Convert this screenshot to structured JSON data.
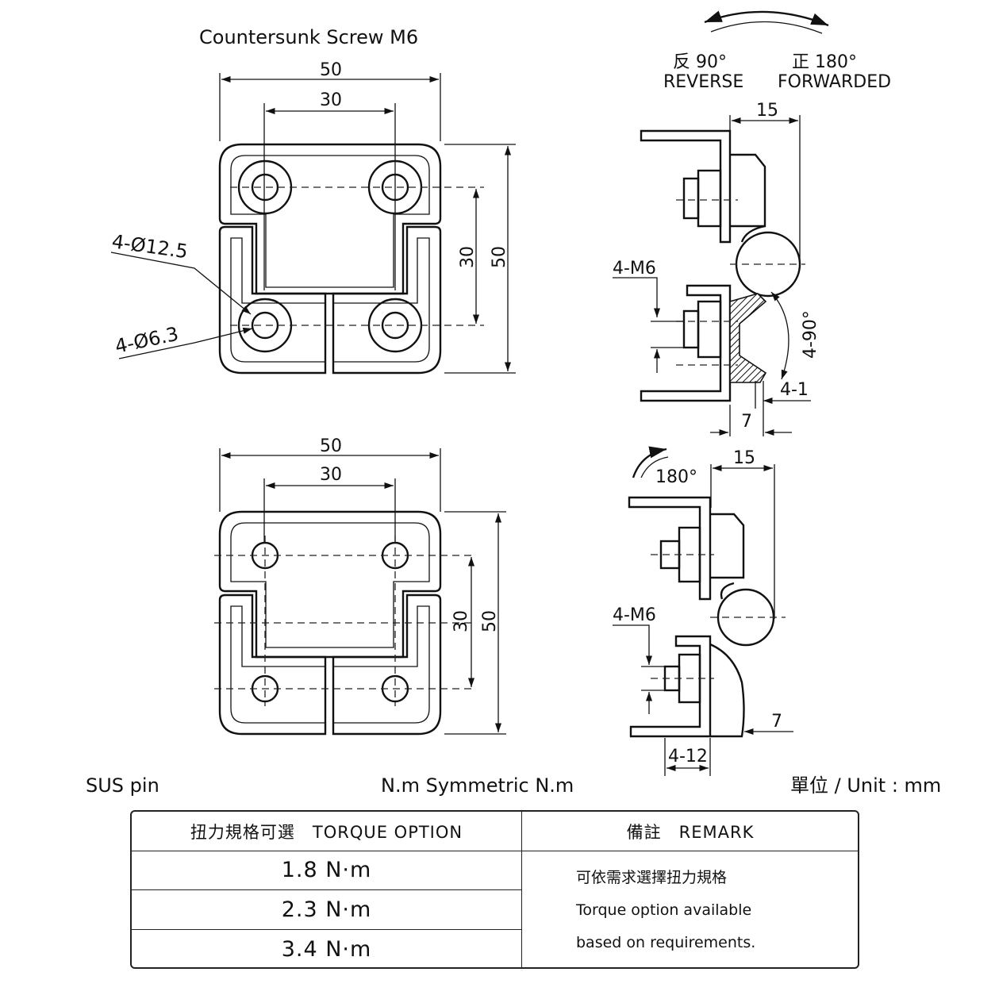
{
  "labels": {
    "screw_note": "Countersunk Screw M6",
    "reverse_cn": "反 90°",
    "reverse_en": "REVERSE",
    "forward_cn": "正 180°",
    "forward_en": "FORWARDED",
    "hole_large": "4-Ø12.5",
    "hole_small": "4-Ø6.3",
    "thread_top": "4-M6",
    "thread_bottom": "4-M6",
    "angle_countersink": "4-90°",
    "chamfer": "4-1",
    "rotation": "180°",
    "material_note": "SUS pin",
    "torque_note": "N.m Symmetric N.m",
    "unit_note": "單位 / Unit : mm"
  },
  "dimensions": {
    "top_width_outer": "50",
    "top_width_inner": "30",
    "top_height_inner": "30",
    "top_height_outer": "50",
    "bottom_width_outer": "50",
    "bottom_width_inner": "30",
    "bottom_height_inner": "30",
    "bottom_height_outer": "50",
    "side_top_depth": "15",
    "side_top_offset": "7",
    "side_bottom_depth": "15",
    "side_bottom_offset": "7",
    "side_bottom_length": "4-12"
  },
  "table": {
    "header_left": "扭力規格可選　TORQUE OPTION",
    "header_right": "備註　REMARK",
    "rows": [
      "1.8 N·m",
      "2.3 N·m",
      "3.4 N·m"
    ],
    "remark_lines": [
      "可依需求選擇扭力規格",
      "Torque option available",
      "based on requirements."
    ]
  }
}
